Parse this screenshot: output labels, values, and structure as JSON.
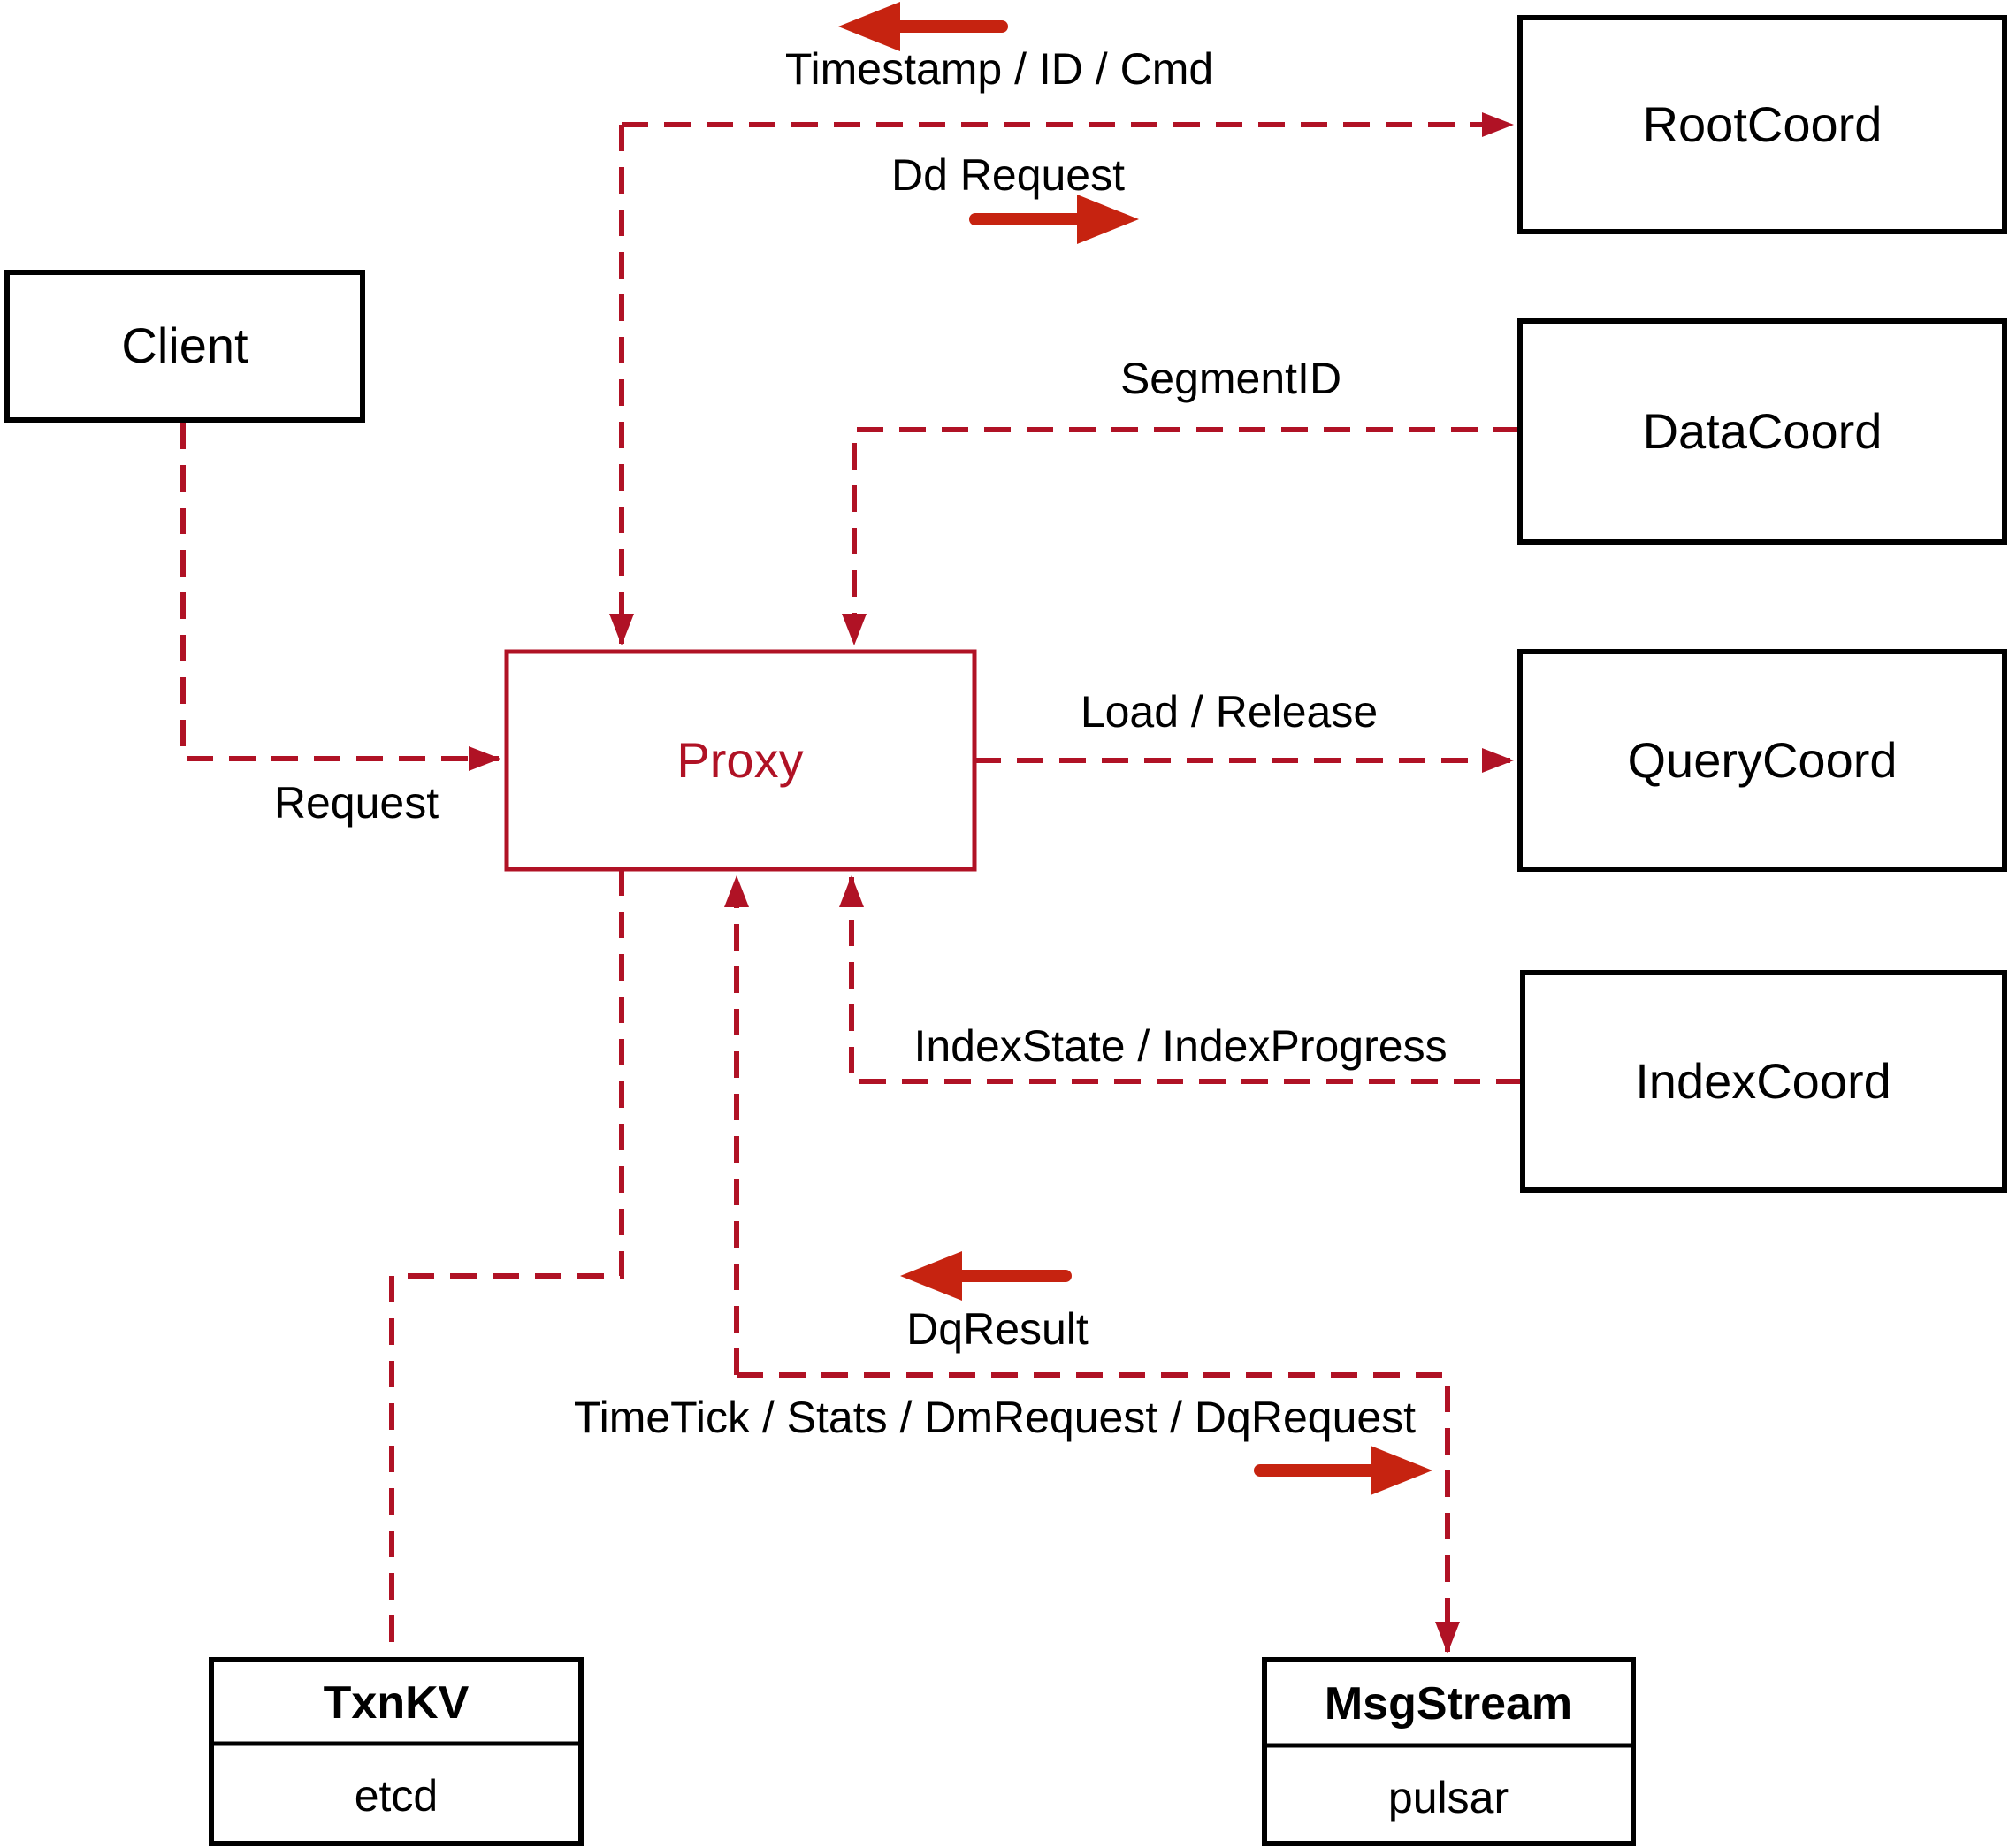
{
  "diagram": {
    "nodes": {
      "client": {
        "label": "Client"
      },
      "rootcoord": {
        "label": "RootCoord"
      },
      "datacoord": {
        "label": "DataCoord"
      },
      "querycoord": {
        "label": "QueryCoord"
      },
      "indexcoord": {
        "label": "IndexCoord"
      },
      "proxy": {
        "label": "Proxy"
      },
      "txnkv": {
        "title": "TxnKV",
        "impl": "etcd"
      },
      "msgstream": {
        "title": "MsgStream",
        "impl": "pulsar"
      }
    },
    "edges": {
      "rootcoord_return": {
        "label": "Timestamp / ID / Cmd",
        "direction": "rootcoord-to-proxy"
      },
      "rootcoord_send": {
        "label": "Dd Request",
        "direction": "proxy-to-rootcoord"
      },
      "datacoord": {
        "label": "SegmentID",
        "direction": "datacoord-to-proxy"
      },
      "client": {
        "label": "Request",
        "direction": "client-to-proxy"
      },
      "querycoord": {
        "label": "Load / Release",
        "direction": "proxy-to-querycoord"
      },
      "indexcoord": {
        "label": "IndexState / IndexProgress",
        "direction": "indexcoord-to-proxy"
      },
      "msgstream_return": {
        "label": "DqResult",
        "direction": "msgstream-to-proxy"
      },
      "msgstream_send": {
        "label": "TimeTick / Stats / DmRequest / DqRequest",
        "direction": "proxy-to-msgstream"
      }
    },
    "colors": {
      "dashed_line": "#b01225",
      "solid_arrow": "#c62310",
      "proxy_accent": "#b01225",
      "box_border": "#000000",
      "text": "#000000",
      "background": "#ffffff"
    }
  }
}
